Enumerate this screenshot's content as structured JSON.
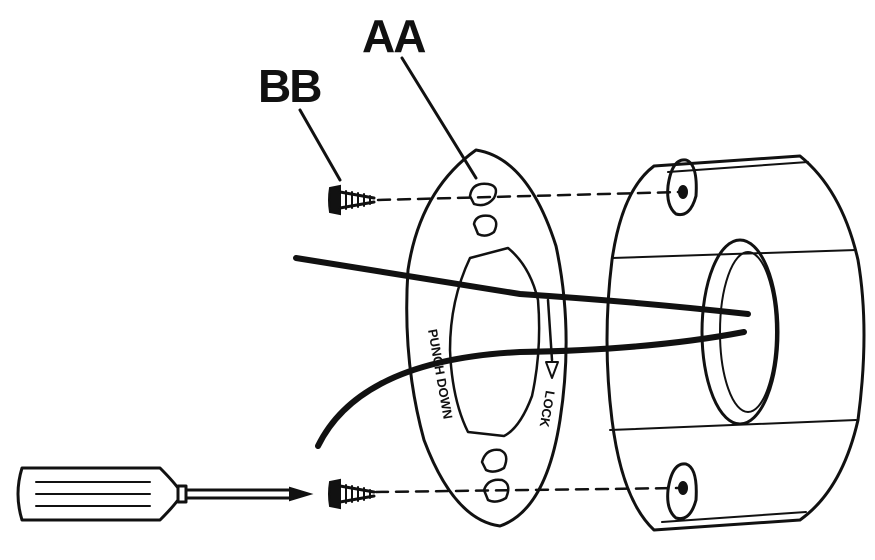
{
  "callouts": {
    "plate_label": "AA",
    "screw_label": "BB"
  },
  "plate_markings": {
    "left_text": "PUNCH DOWN",
    "right_text": "LOCK"
  },
  "icons": [
    "screwdriver-icon",
    "screw-icon",
    "mounting-plate-icon",
    "junction-box-icon",
    "cable-icon"
  ],
  "colors": {
    "ink": "#111111",
    "background": "#ffffff"
  }
}
